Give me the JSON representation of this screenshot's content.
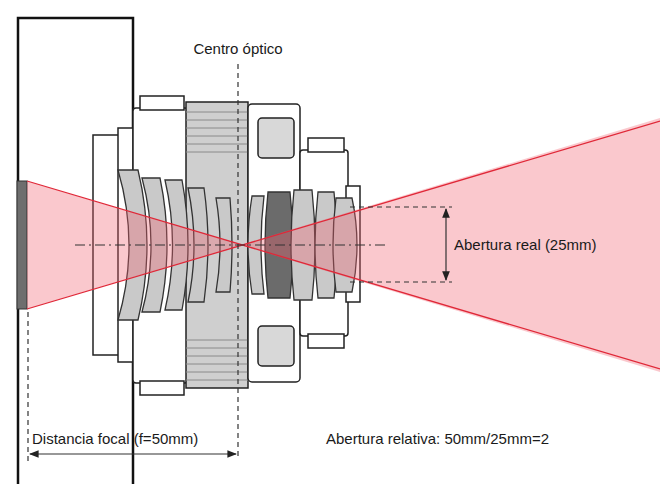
{
  "diagram": {
    "labels": [
      "Centro óptico",
      "Abertura real (25mm)",
      "Distancia focal (f=50mm)",
      "Abertura relativa: 50mm/25mm=2"
    ]
  }
}
